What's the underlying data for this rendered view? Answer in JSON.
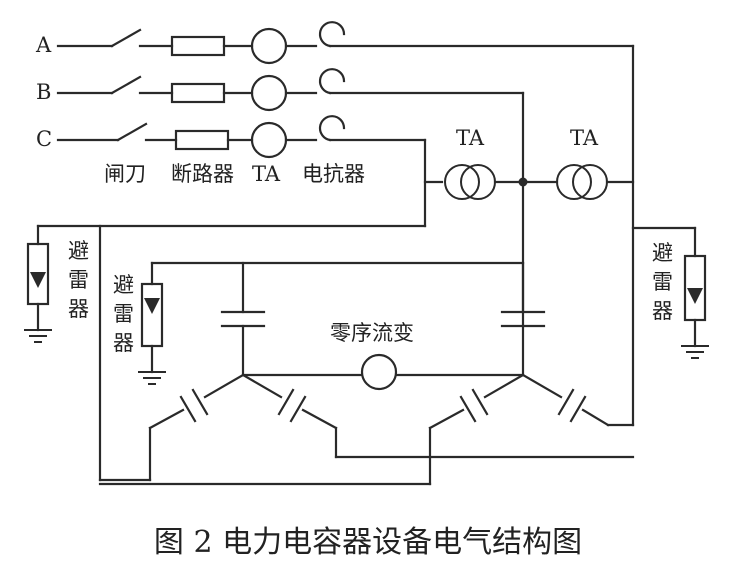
{
  "phases": [
    "A",
    "B",
    "C"
  ],
  "device_labels": {
    "knife_switch": "闸刀",
    "breaker": "断路器",
    "ct": "TA",
    "reactor": "电抗器"
  },
  "ct_top_left": "TA",
  "ct_top_right": "TA",
  "arrester_left": [
    "避",
    "雷",
    "器"
  ],
  "arrester_mid": [
    "避",
    "雷",
    "器"
  ],
  "arrester_right": [
    "避",
    "雷",
    "器"
  ],
  "zero_seq_ct": "零序流变",
  "caption": "图 2 电力电容器设备电气结构图"
}
